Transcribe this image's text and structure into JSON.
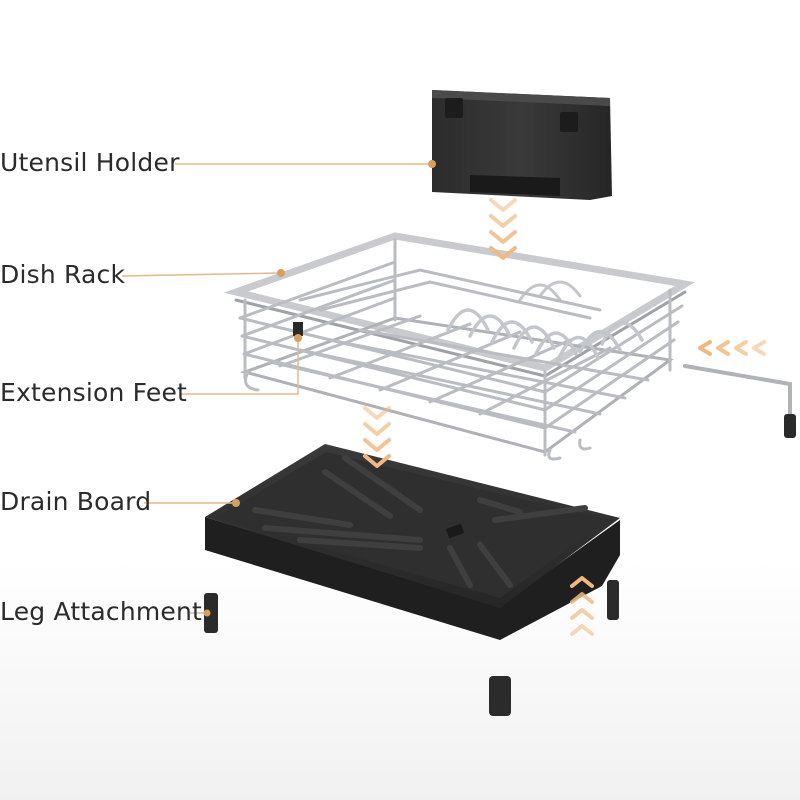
{
  "callouts": [
    {
      "label": "Utensil Holder"
    },
    {
      "label": "Dish Rack"
    },
    {
      "label": "Extension Feet"
    },
    {
      "label": "Drain Board"
    },
    {
      "label": "Leg Attachment"
    }
  ],
  "colors": {
    "leader": "#e3b98a",
    "dot": "#d8a060",
    "arrow": "#f0b982",
    "product_dark": "#2f2f2f",
    "steel": "#b9bcc0"
  }
}
